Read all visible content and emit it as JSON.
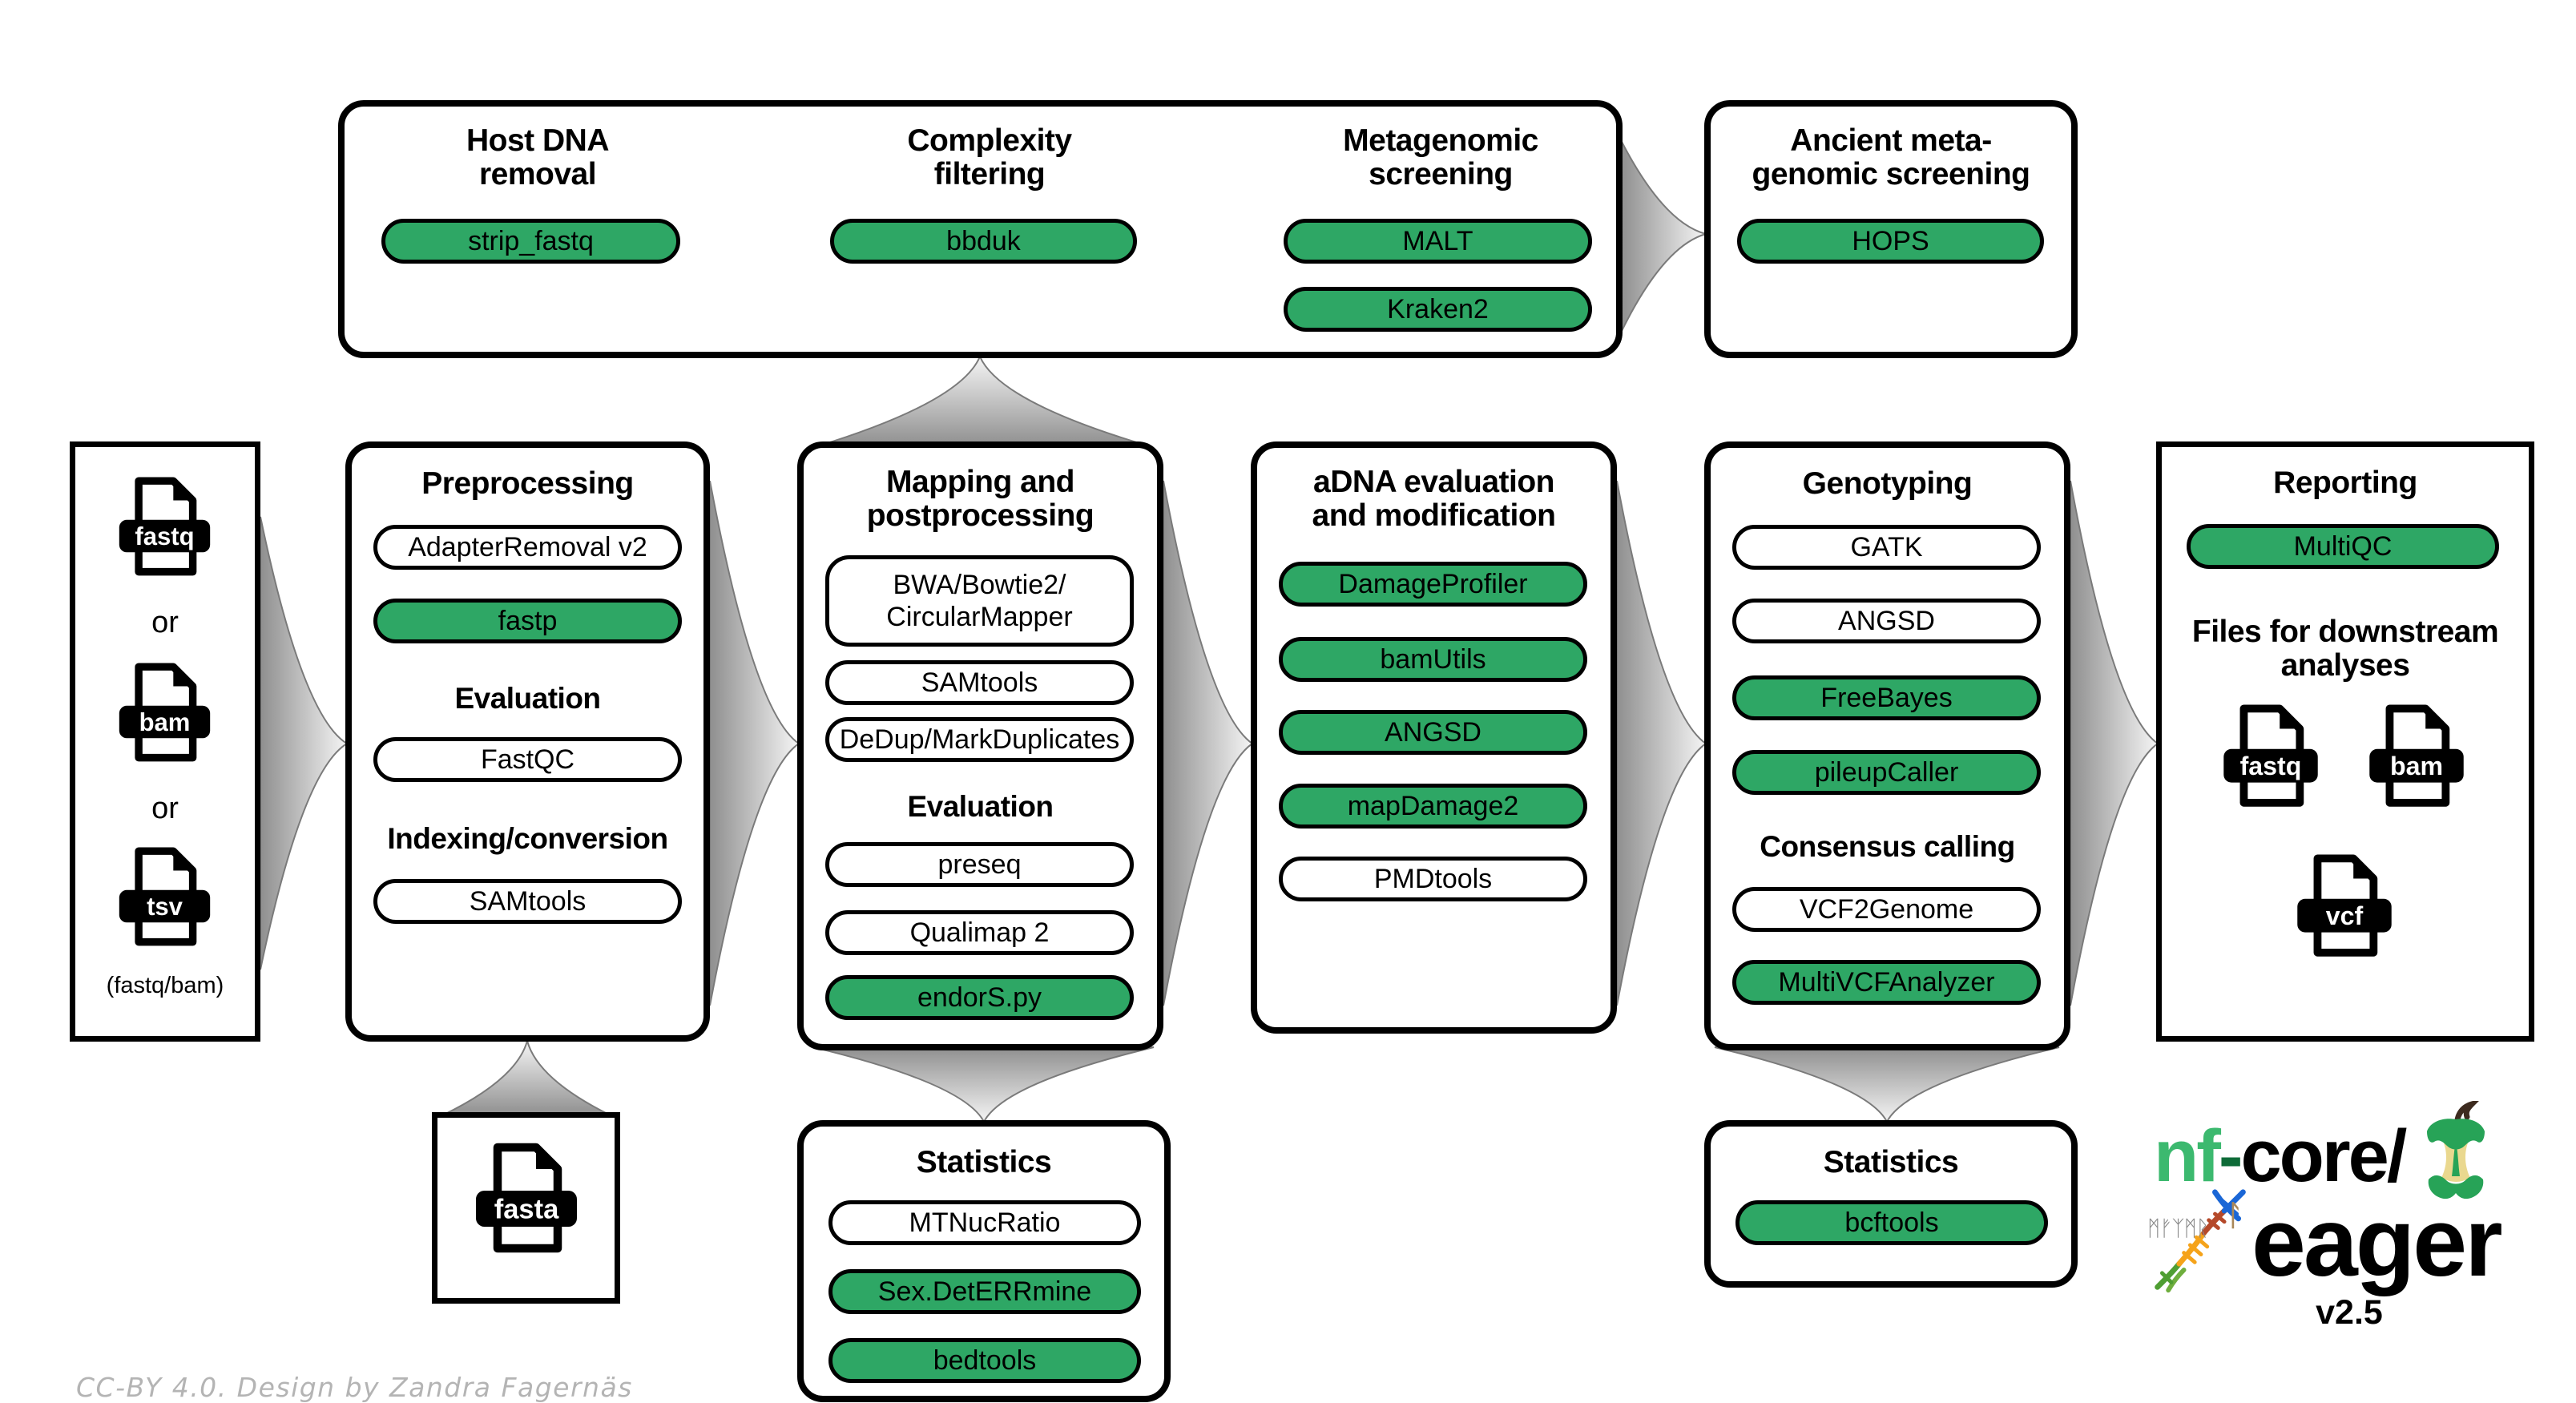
{
  "colors": {
    "pill_green": "#2EA765",
    "logo_green": "#3CB96F",
    "apple_green": "#27A357",
    "apple_cream": "#EAD88F",
    "stem_brown": "#3D2B1F",
    "arrow_base_gray": "#8F8F8F",
    "arrow_tip_gray": "#F5F5F5",
    "credit_gray": "#B4B4B4"
  },
  "input_box": {
    "file_labels": [
      "fastq",
      "bam",
      "tsv"
    ],
    "or_label": "or",
    "formats_note": "(fastq/bam)"
  },
  "screening_box": {
    "host_dna": {
      "title_lines": [
        "Host DNA",
        "removal"
      ],
      "pill": {
        "label": "strip_fastq",
        "active": true
      }
    },
    "complexity": {
      "title_lines": [
        "Complexity",
        "filtering"
      ],
      "pill": {
        "label": "bbduk",
        "active": true
      }
    },
    "metagenomic": {
      "title_lines": [
        "Metagenomic",
        "screening"
      ],
      "pills": [
        {
          "label": "MALT",
          "active": true
        },
        {
          "label": "Kraken2",
          "active": true
        }
      ]
    }
  },
  "ancient_box": {
    "title_lines": [
      "Ancient meta-",
      "genomic screening"
    ],
    "pill": {
      "label": "HOPS",
      "active": true
    }
  },
  "preprocessing_box": {
    "title": "Preprocessing",
    "pills": [
      {
        "label": "AdapterRemoval v2",
        "active": false
      },
      {
        "label": "fastp",
        "active": true
      }
    ],
    "evaluation_title": "Evaluation",
    "evaluation_pill": {
      "label": "FastQC",
      "active": false
    },
    "indexing_title": "Indexing/conversion",
    "indexing_pill": {
      "label": "SAMtools",
      "active": false
    }
  },
  "mapping_box": {
    "title_lines": [
      "Mapping and",
      "postprocessing"
    ],
    "aligner_pill": {
      "lines": [
        "BWA/Bowtie2/",
        "CircularMapper"
      ],
      "active": false
    },
    "pills": [
      {
        "label": "SAMtools",
        "active": false
      },
      {
        "label": "DeDup/MarkDuplicates",
        "active": false
      }
    ],
    "evaluation_title": "Evaluation",
    "evaluation_pills": [
      {
        "label": "preseq",
        "active": false
      },
      {
        "label": "Qualimap 2",
        "active": false
      },
      {
        "label": "endorS.py",
        "active": true
      }
    ]
  },
  "adna_box": {
    "title_lines": [
      "aDNA evaluation",
      "and modification"
    ],
    "pills": [
      {
        "label": "DamageProfiler",
        "active": true
      },
      {
        "label": "bamUtils",
        "active": true
      },
      {
        "label": "ANGSD",
        "active": true
      },
      {
        "label": "mapDamage2",
        "active": true
      },
      {
        "label": "PMDtools",
        "active": false
      }
    ]
  },
  "genotyping_box": {
    "title": "Genotyping",
    "pills": [
      {
        "label": "GATK",
        "active": false
      },
      {
        "label": "ANGSD",
        "active": false
      },
      {
        "label": "FreeBayes",
        "active": true
      },
      {
        "label": "pileupCaller",
        "active": true
      }
    ],
    "consensus_title": "Consensus calling",
    "consensus_pills": [
      {
        "label": "VCF2Genome",
        "active": false
      },
      {
        "label": "MultiVCFAnalyzer",
        "active": true
      }
    ]
  },
  "reporting_box": {
    "title": "Reporting",
    "pill": {
      "label": "MultiQC",
      "active": true
    },
    "downstream_title_lines": [
      "Files for downstream",
      "analyses"
    ],
    "file_labels": [
      "fastq",
      "bam",
      "vcf"
    ]
  },
  "fasta_box": {
    "file_label": "fasta"
  },
  "statistics_box": {
    "title": "Statistics",
    "pills": [
      {
        "label": "MTNucRatio",
        "active": false
      },
      {
        "label": "Sex.DetERRmine",
        "active": true
      },
      {
        "label": "bedtools",
        "active": true
      }
    ]
  },
  "genotyping_stats_box": {
    "title": "Statistics",
    "pill": {
      "label": "bcftools",
      "active": true
    }
  },
  "logo": {
    "brand_nf": "nf",
    "brand_dash": "-",
    "brand_core": "core/",
    "pipeline_name": "eager",
    "version": "v2.5",
    "runes_small": "ᛗᚠᛉᛗᚱ",
    "rune_l": "ᛚ"
  },
  "credit": "CC-BY 4.0. Design by Zandra Fagernäs"
}
